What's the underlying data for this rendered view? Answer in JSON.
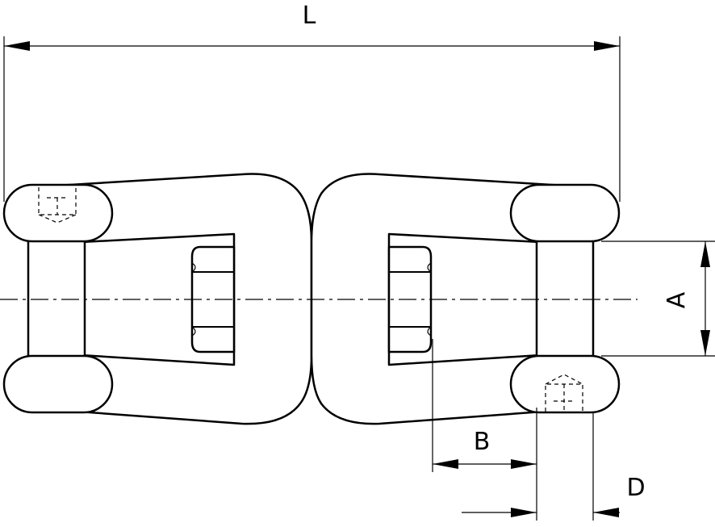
{
  "drawing": {
    "dimensions": {
      "L": "L",
      "A": "A",
      "B": "B",
      "D": "D"
    }
  }
}
